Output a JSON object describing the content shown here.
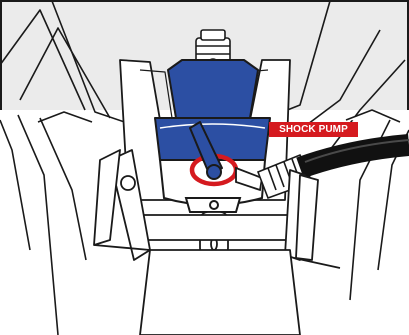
{
  "illustration": {
    "callout_label": "SHOCK PUMP",
    "colors": {
      "background": "#ffffff",
      "panel": "#ebebeb",
      "line": "#1a1a1a",
      "shock_body": "#2c4fa3",
      "highlight_ring": "#d51a1f",
      "hose": "#111111",
      "label_bg": "#d51a1f",
      "label_text": "#ffffff"
    },
    "parts": [
      "rear-shock",
      "air-valve",
      "valve-lever",
      "valve-ring",
      "pump-hose",
      "pump-chuck",
      "frame-mounts"
    ]
  }
}
